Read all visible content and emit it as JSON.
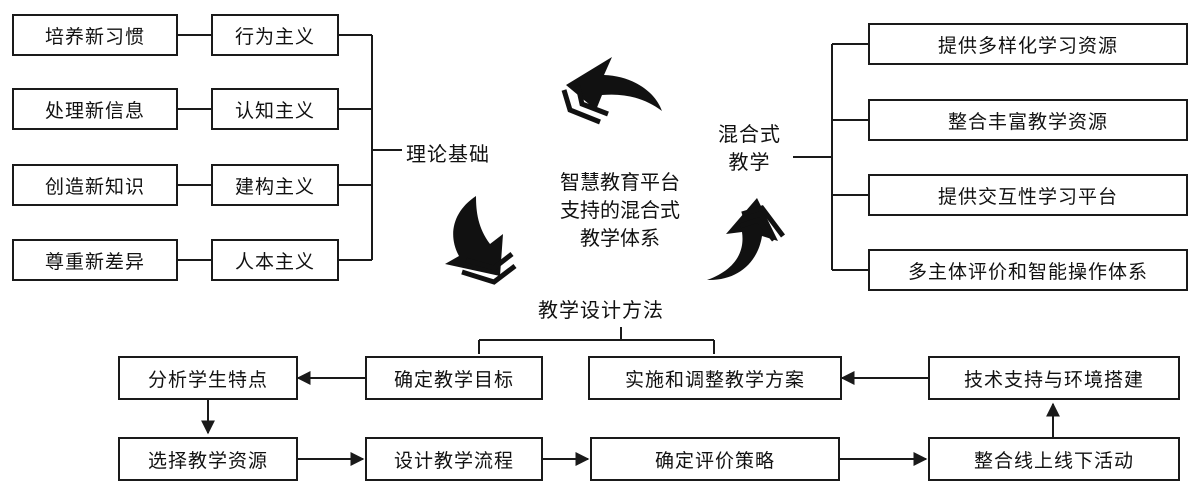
{
  "theory": {
    "label": "理论基础",
    "left_items": [
      "培养新习惯",
      "处理新信息",
      "创造新知识",
      "尊重新差异"
    ],
    "schools": [
      "行为主义",
      "认知主义",
      "建构主义",
      "人本主义"
    ]
  },
  "center": {
    "lines": [
      "智慧教育平台",
      "支持的混合式",
      "教学体系"
    ]
  },
  "blended": {
    "label_lines": [
      "混合式",
      "教学"
    ],
    "items": [
      "提供多样化学习资源",
      "整合丰富教学资源",
      "提供交互性学习平台",
      "多主体评价和智能操作体系"
    ]
  },
  "method": {
    "label": "教学设计方法",
    "top_row": [
      "分析学生特点",
      "确定教学目标",
      "实施和调整教学方案",
      "技术支持与环境搭建"
    ],
    "bottom_row": [
      "选择教学资源",
      "设计教学流程",
      "确定评价策略",
      "整合线上线下活动"
    ]
  },
  "colors": {
    "stroke": "#1a1a1a",
    "arrow_fill": "#111111"
  }
}
